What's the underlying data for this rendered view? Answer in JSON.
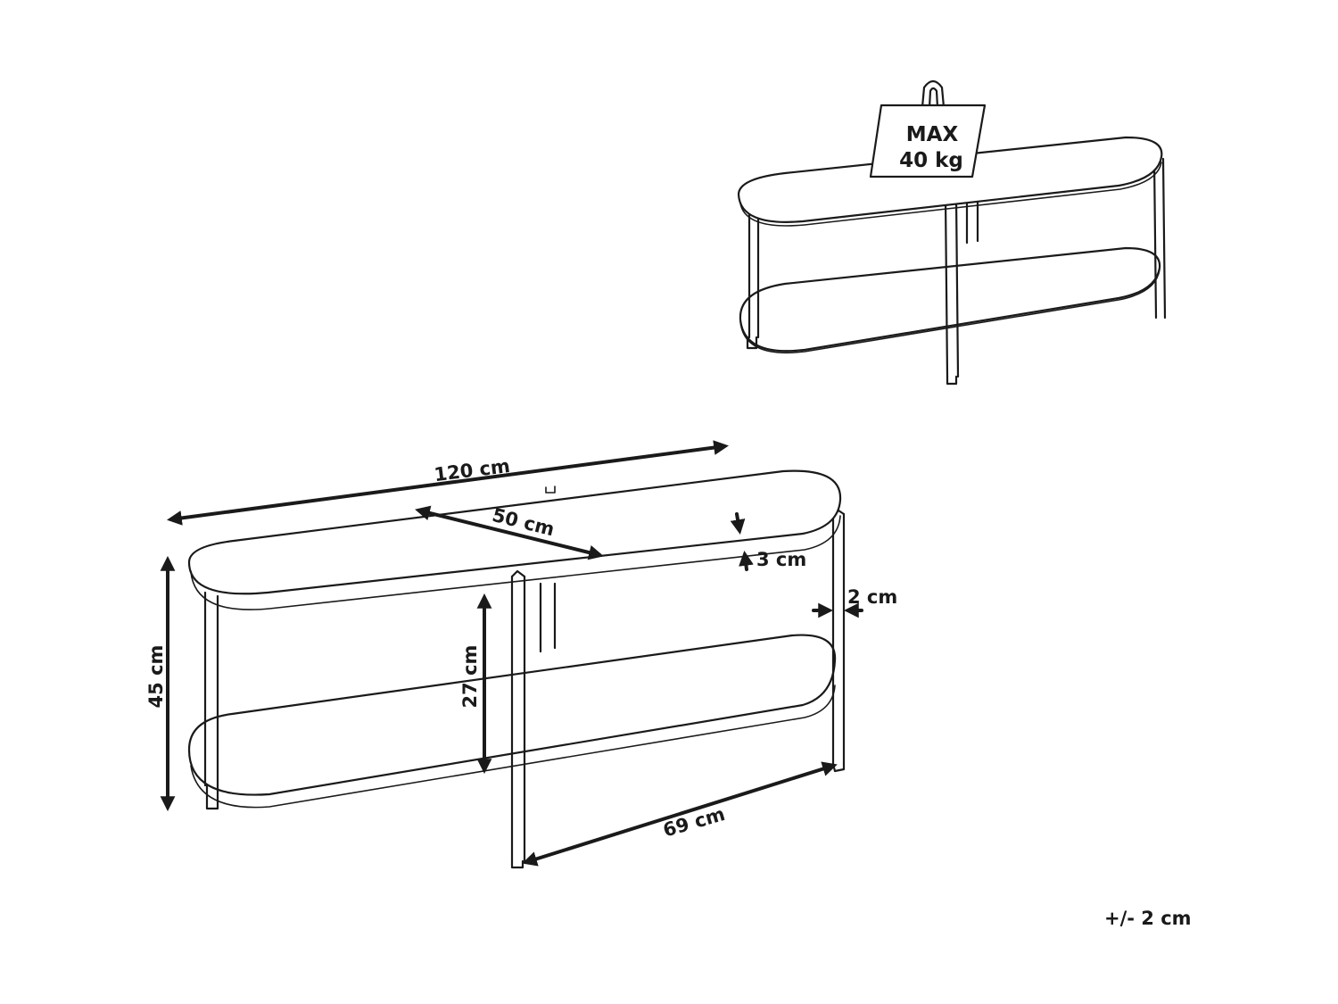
{
  "weight_badge": {
    "line1": "MAX",
    "line2": "40 kg"
  },
  "dimensions": {
    "length": "120 cm",
    "depth": "50 cm",
    "top_thickness": "3 cm",
    "leg_width": "2 cm",
    "height": "45 cm",
    "shelf_clearance": "27 cm",
    "leg_span": "69 cm"
  },
  "tolerance": "+/- 2 cm"
}
